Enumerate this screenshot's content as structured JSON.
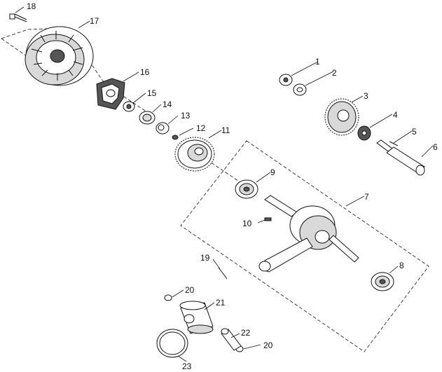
{
  "diagram": {
    "callouts": [
      {
        "id": "p1",
        "label": "1"
      },
      {
        "id": "p2",
        "label": "2"
      },
      {
        "id": "p3",
        "label": "3"
      },
      {
        "id": "p4",
        "label": "4"
      },
      {
        "id": "p5",
        "label": "5"
      },
      {
        "id": "p6",
        "label": "6"
      },
      {
        "id": "p7",
        "label": "7"
      },
      {
        "id": "p8",
        "label": "8"
      },
      {
        "id": "p9",
        "label": "9"
      },
      {
        "id": "p10",
        "label": "10"
      },
      {
        "id": "p11",
        "label": "11"
      },
      {
        "id": "p12",
        "label": "12"
      },
      {
        "id": "p13",
        "label": "13"
      },
      {
        "id": "p14",
        "label": "14"
      },
      {
        "id": "p15",
        "label": "15"
      },
      {
        "id": "p16",
        "label": "16"
      },
      {
        "id": "p17",
        "label": "17"
      },
      {
        "id": "p18",
        "label": "18"
      },
      {
        "id": "p19",
        "label": "19"
      },
      {
        "id": "p20a",
        "label": "20"
      },
      {
        "id": "p20b",
        "label": "20"
      },
      {
        "id": "p21",
        "label": "21"
      },
      {
        "id": "p22",
        "label": "22"
      },
      {
        "id": "p23",
        "label": "23"
      }
    ]
  }
}
